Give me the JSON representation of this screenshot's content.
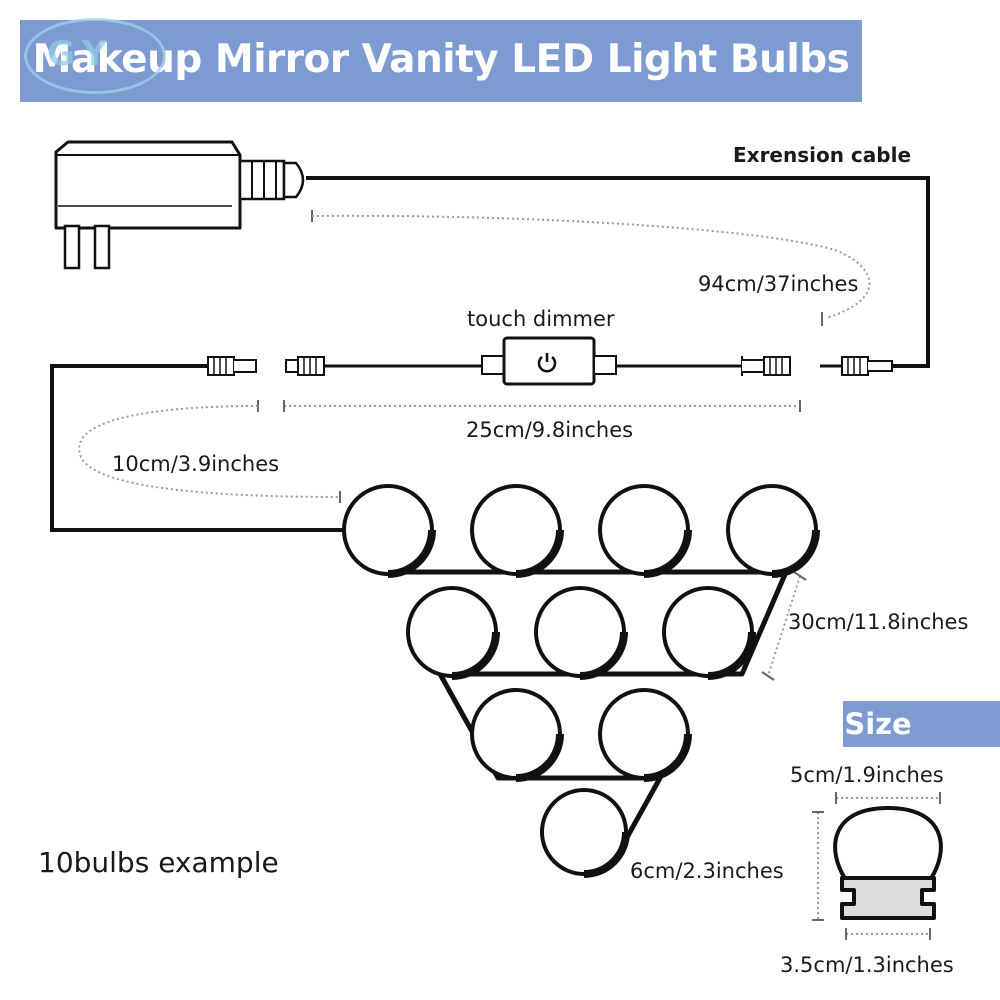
{
  "title": "Makeup Mirror Vanity LED Light Bulbs",
  "watermark": "GY",
  "size_heading": "Size",
  "labels": {
    "extension_cable": "Exrension cable",
    "extension_length": "94cm/37inches",
    "touch_dimmer": "touch dimmer",
    "dimmer_cable_length": "25cm/9.8inches",
    "connector_length": "10cm/3.9inches",
    "bulb_spacing": "30cm/11.8inches",
    "bulb_width": "5cm/1.9inches",
    "bulb_height": "6cm/2.3inches",
    "base_width": "3.5cm/1.3inches",
    "example_note": "10bulbs example"
  },
  "icons": {
    "adapter": "power-adapter-icon",
    "dimmer": "touch-dimmer-icon",
    "connector": "dc-connector-icon",
    "bulb": "bulb-icon"
  },
  "colors": {
    "banner": "#7d9bd1",
    "line": "#111111",
    "dotted": "#9a9a9a",
    "watermark": "#9fd3ea"
  },
  "bulb_count": 10
}
